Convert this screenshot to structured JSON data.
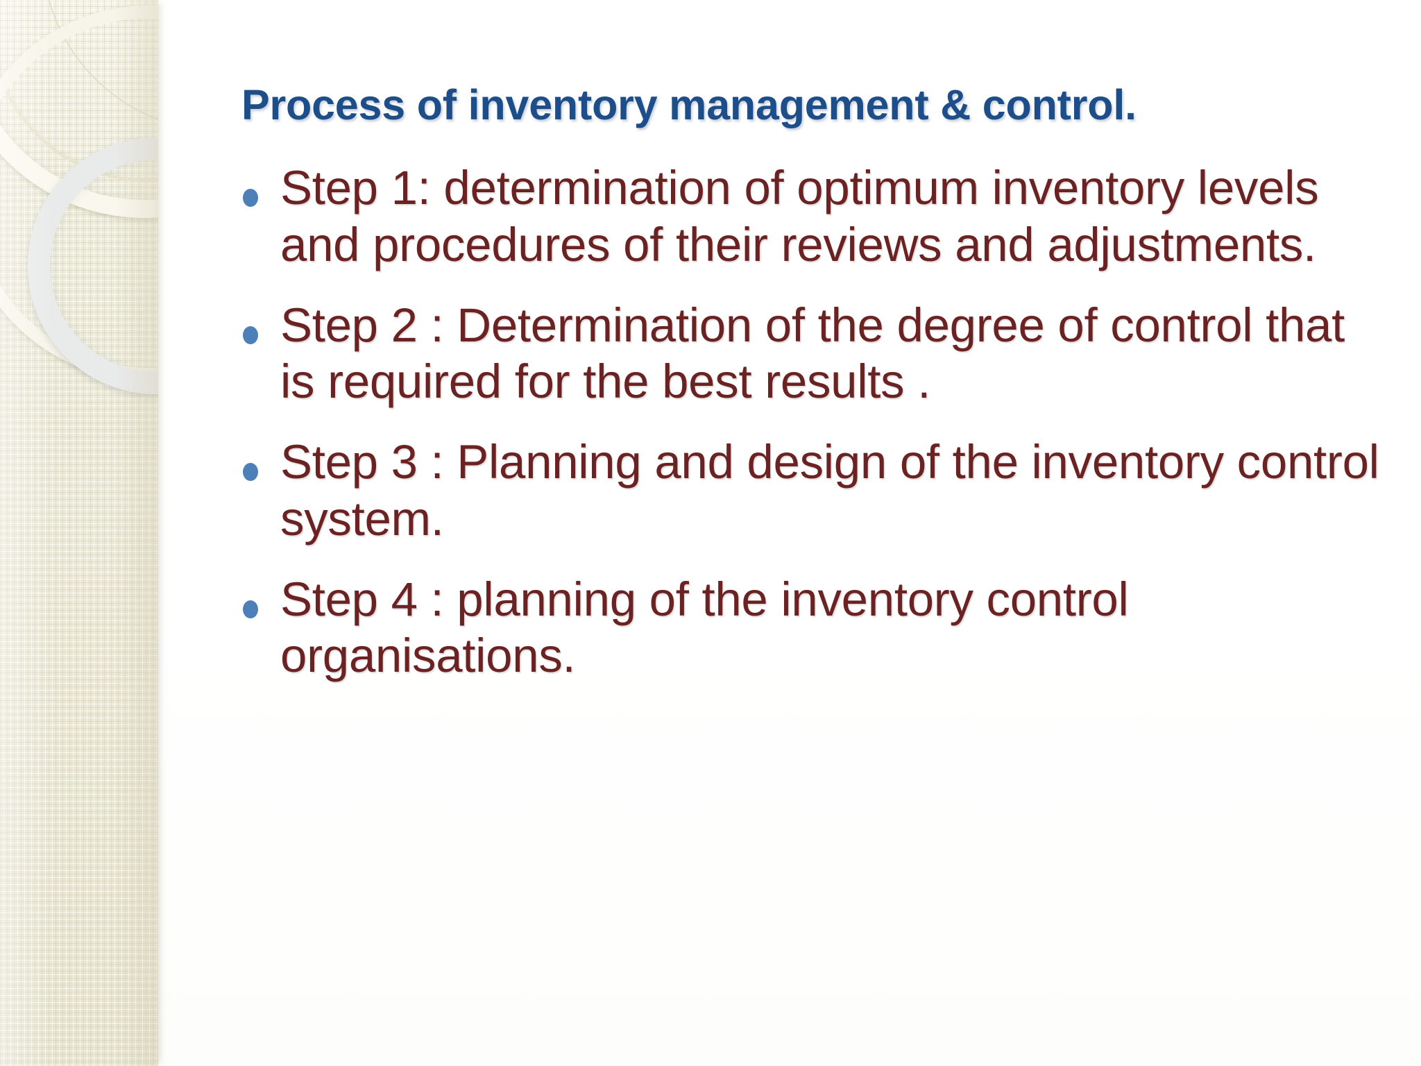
{
  "slide": {
    "title": "Process of inventory management & control.",
    "title_color": "#1d4e8a",
    "body_color": "#6b2222",
    "bullet_marker_color": "#4d80b8",
    "background_color": "#ffffff",
    "sidebar_color": "#eceadb"
  },
  "bullets": [
    {
      "id": "step-1",
      "text": "Step 1: determination of optimum inventory levels and procedures of their reviews and adjustments.",
      "marker": "bullet-dot"
    },
    {
      "id": "step-2",
      "text": "Step 2 : Determination of the degree of control that is required for the best results .",
      "marker": "bullet-dot"
    },
    {
      "id": "step-3",
      "text": "Step 3 : Planning and design of the inventory control system.",
      "marker": "bullet-dot"
    },
    {
      "id": "step-4",
      "text": "Step 4 : planning of the inventory control organisations.",
      "marker": "bullet-dot"
    }
  ]
}
